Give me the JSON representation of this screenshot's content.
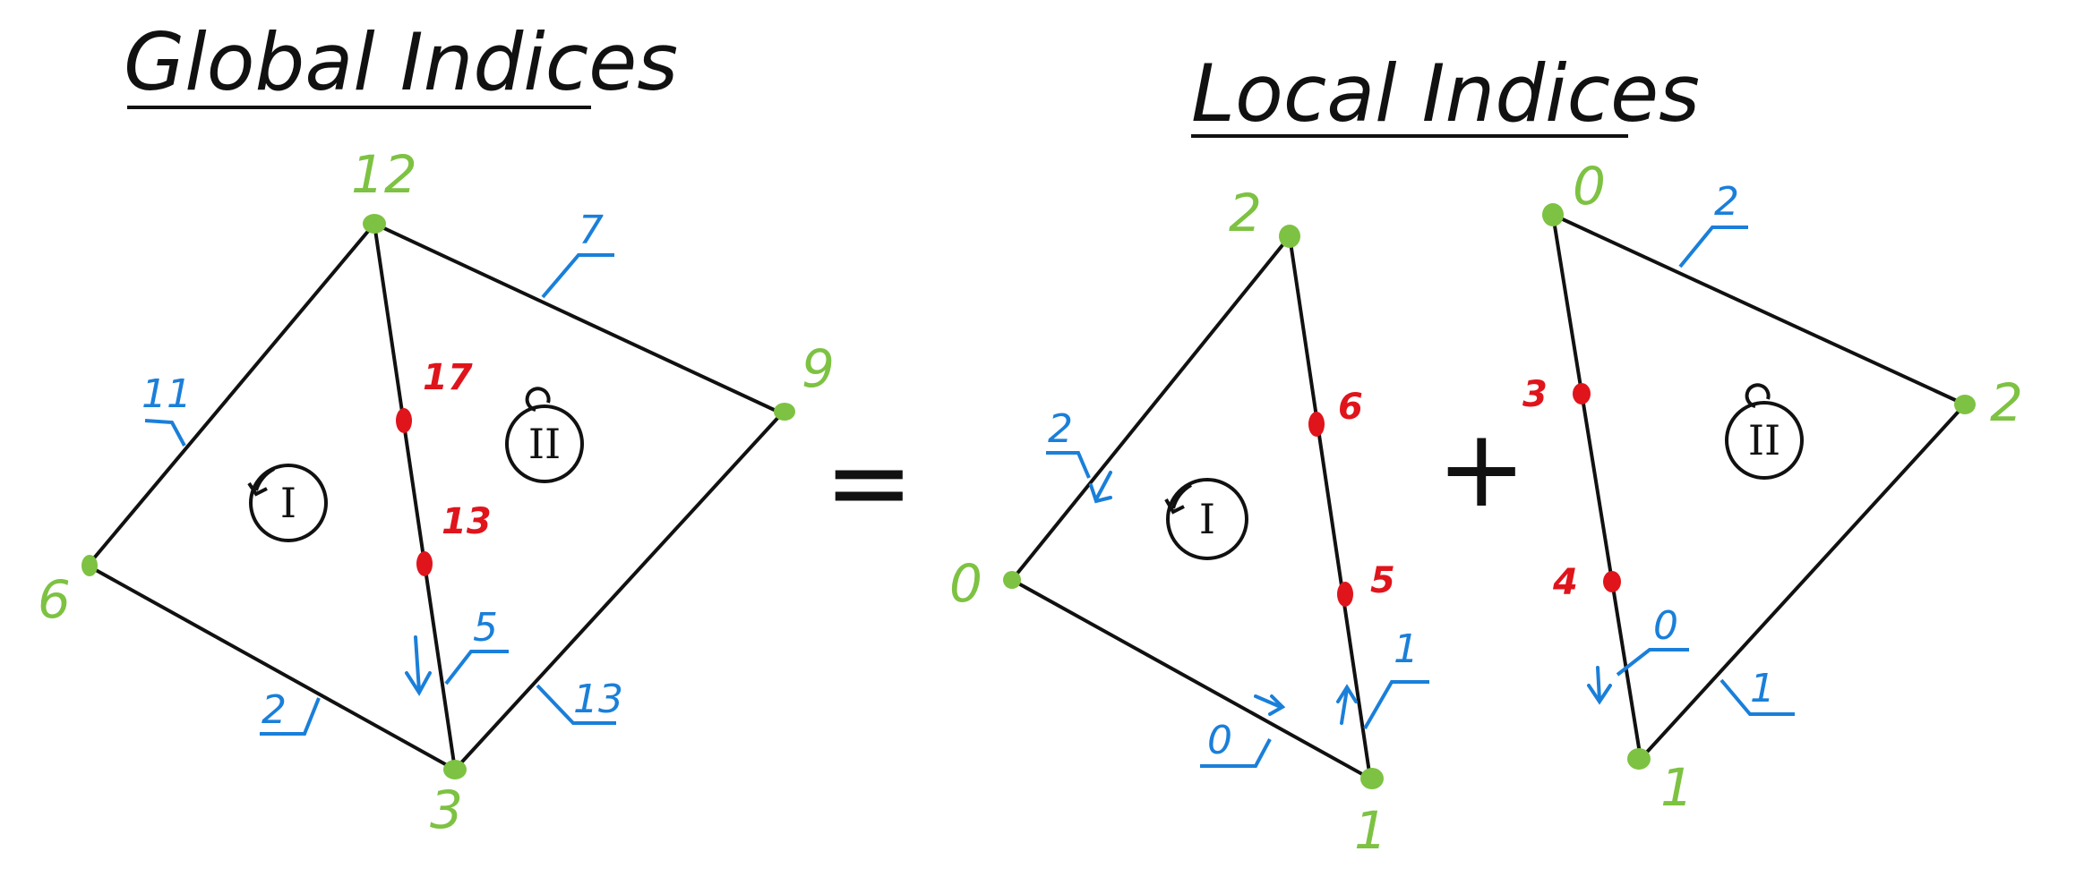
{
  "titles": {
    "global": "Global Indices",
    "local": "Local Indices"
  },
  "colors": {
    "vertex": "#7dc242",
    "edge": "#1a7fd9",
    "dof": "#e0141b",
    "line": "#111111"
  },
  "symbols": {
    "equals": "=",
    "plus": "+"
  },
  "global": {
    "vertices": [
      "12",
      "9",
      "6",
      "3"
    ],
    "edges": [
      "7",
      "11",
      "5",
      "2",
      "13"
    ],
    "dofs": [
      "17",
      "13"
    ],
    "elements": [
      "I",
      "II"
    ]
  },
  "local_I": {
    "vertices": [
      "2",
      "0",
      "1"
    ],
    "edges": [
      "2",
      "1",
      "0"
    ],
    "dofs": [
      "6",
      "5"
    ],
    "element": "I"
  },
  "local_II": {
    "vertices": [
      "0",
      "2",
      "1"
    ],
    "edges": [
      "2",
      "0",
      "1"
    ],
    "dofs": [
      "3",
      "4"
    ],
    "element": "II"
  }
}
